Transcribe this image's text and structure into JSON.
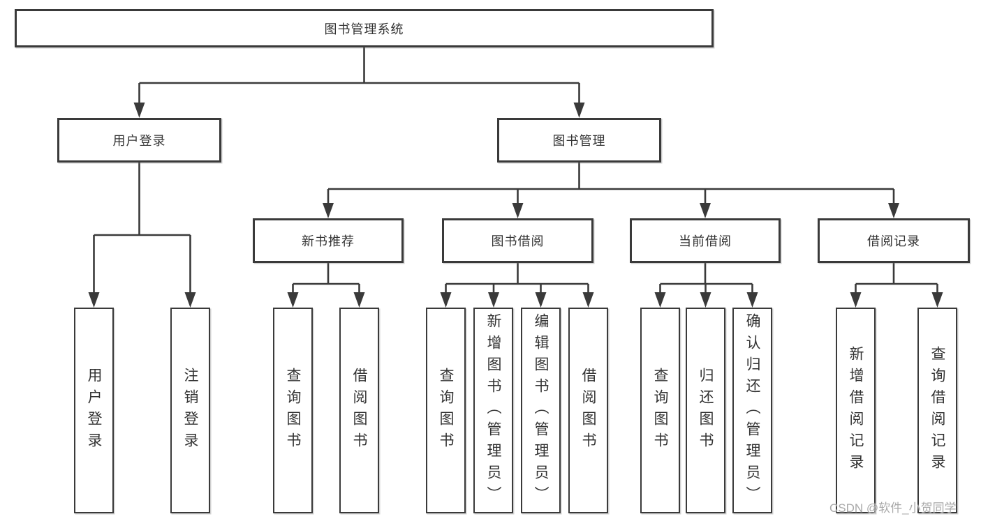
{
  "diagram": {
    "title_node": "图书管理系统",
    "level2": [
      {
        "label": "用户登录"
      },
      {
        "label": "图书管理"
      }
    ],
    "level3": [
      {
        "label": "新书推荐"
      },
      {
        "label": "图书借阅"
      },
      {
        "label": "当前借阅"
      },
      {
        "label": "借阅记录"
      }
    ],
    "leaves": [
      "用户登录",
      "注销登录",
      "查询图书",
      "借阅图书",
      "查询图书",
      "新增图书（管理员）",
      "编辑图书（管理员）",
      "借阅图书",
      "查询图书",
      "归还图书",
      "确认归还（管理员）",
      "新增借阅记录",
      "查询借阅记录"
    ],
    "colors": {
      "line": "#3a3a3a",
      "text": "#333333",
      "watermark": "#a9a9a9",
      "background": "#ffffff"
    }
  },
  "watermark": "CSDN @软件_小贺同学"
}
